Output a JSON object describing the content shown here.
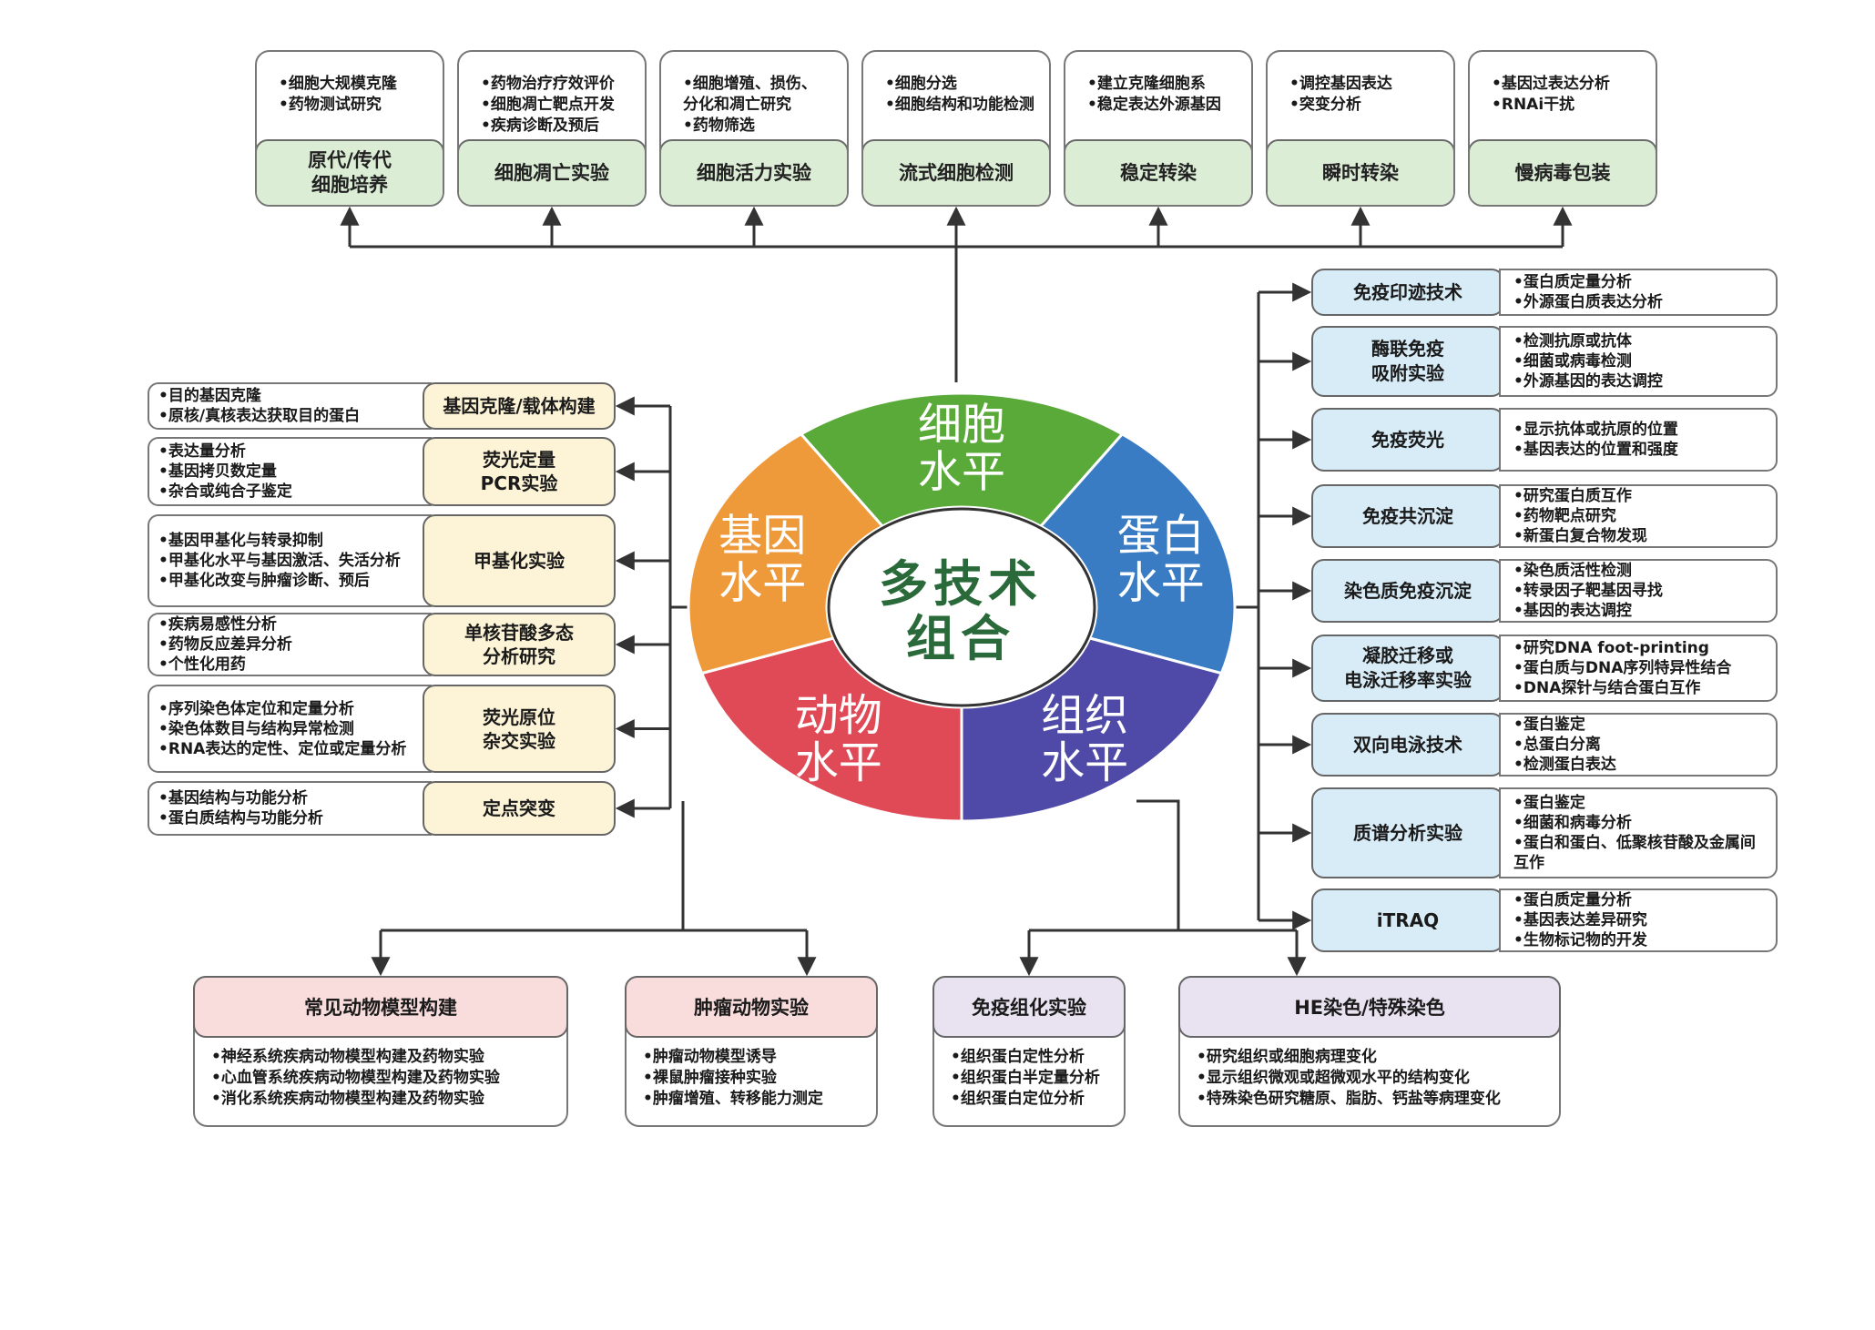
{
  "center": {
    "line1": "多技术",
    "line2": "组合"
  },
  "wheel": {
    "colors": {
      "cell": "#5aaa3a",
      "protein": "#3a7cc4",
      "tissue": "#4f4aa8",
      "animal": "#e04a56",
      "gene": "#ef9a3a"
    },
    "labels": {
      "cell": [
        "细胞",
        "水平"
      ],
      "protein": [
        "蛋白",
        "水平"
      ],
      "tissue": [
        "组织",
        "水平"
      ],
      "animal": [
        "动物",
        "水平"
      ],
      "gene": [
        "基因",
        "水平"
      ]
    }
  },
  "top": [
    {
      "title": [
        "原代/传代",
        "细胞培养"
      ],
      "items": [
        "•细胞大规模克隆",
        "•药物测试研究"
      ]
    },
    {
      "title": [
        "细胞凋亡实验"
      ],
      "items": [
        "•药物治疗疗效评价",
        "•细胞凋亡靶点开发",
        "•疾病诊断及预后"
      ]
    },
    {
      "title": [
        "细胞活力实验"
      ],
      "items": [
        "•细胞增殖、损伤、",
        "分化和凋亡研究",
        "•药物筛选"
      ]
    },
    {
      "title": [
        "流式细胞检测"
      ],
      "items": [
        "•细胞分选",
        "•细胞结构和功能检测"
      ]
    },
    {
      "title": [
        "稳定转染"
      ],
      "items": [
        "•建立克隆细胞系",
        "•稳定表达外源基因"
      ]
    },
    {
      "title": [
        "瞬时转染"
      ],
      "items": [
        "•调控基因表达",
        "•突变分析"
      ]
    },
    {
      "title": [
        "慢病毒包装"
      ],
      "items": [
        "•基因过表达分析",
        "•RNAi干扰"
      ]
    }
  ],
  "left": [
    {
      "title": [
        "基因克隆/载体构建"
      ],
      "items": [
        "•目的基因克隆",
        "•原核/真核表达获取目的蛋白"
      ]
    },
    {
      "title": [
        "荧光定量",
        "PCR实验"
      ],
      "items": [
        "•表达量分析",
        "•基因拷贝数定量",
        "•杂合或纯合子鉴定"
      ]
    },
    {
      "title": [
        "甲基化实验"
      ],
      "items": [
        "•基因甲基化与转录抑制",
        "•甲基化水平与基因激活、失活分析",
        "•甲基化改变与肿瘤诊断、预后"
      ]
    },
    {
      "title": [
        "单核苷酸多态",
        "分析研究"
      ],
      "items": [
        "•疾病易感性分析",
        "•药物反应差异分析",
        "•个性化用药"
      ]
    },
    {
      "title": [
        "荧光原位",
        "杂交实验"
      ],
      "items": [
        "•序列染色体定位和定量分析",
        "•染色体数目与结构异常检测",
        "•RNA表达的定性、定位或定量分析"
      ]
    },
    {
      "title": [
        "定点突变"
      ],
      "items": [
        "•基因结构与功能分析",
        "•蛋白质结构与功能分析"
      ]
    }
  ],
  "right": [
    {
      "title": [
        "免疫印迹技术"
      ],
      "items": [
        "•蛋白质定量分析",
        "•外源蛋白质表达分析"
      ]
    },
    {
      "title": [
        "酶联免疫",
        "吸附实验"
      ],
      "items": [
        "•检测抗原或抗体",
        "•细菌或病毒检测",
        "•外源基因的表达调控"
      ]
    },
    {
      "title": [
        "免疫荧光"
      ],
      "items": [
        "•显示抗体或抗原的位置",
        "•基因表达的位置和强度"
      ]
    },
    {
      "title": [
        "免疫共沉淀"
      ],
      "items": [
        "•研究蛋白质互作",
        "•药物靶点研究",
        "•新蛋白复合物发现"
      ]
    },
    {
      "title": [
        "染色质免疫沉淀"
      ],
      "items": [
        "•染色质活性检测",
        "•转录因子靶基因寻找",
        "•基因的表达调控"
      ]
    },
    {
      "title": [
        "凝胶迁移或",
        "电泳迁移率实验"
      ],
      "items": [
        "•研究DNA foot-printing",
        "•蛋白质与DNA序列特异性结合",
        "•DNA探针与结合蛋白互作"
      ]
    },
    {
      "title": [
        "双向电泳技术"
      ],
      "items": [
        "•蛋白鉴定",
        "•总蛋白分离",
        "•检测蛋白表达"
      ]
    },
    {
      "title": [
        "质谱分析实验"
      ],
      "items": [
        "•蛋白鉴定",
        "•细菌和病毒分析",
        "•蛋白和蛋白、低聚核苷酸及金属间互作"
      ]
    },
    {
      "title": [
        "iTRAQ"
      ],
      "items": [
        "•蛋白质定量分析",
        "•基因表达差异研究",
        "•生物标记物的开发"
      ]
    }
  ],
  "bottom": [
    {
      "title": "常见动物模型构建",
      "color": "#f9dcdc",
      "items": [
        "•神经系统疾病动物模型构建及药物实验",
        "•心血管系统疾病动物模型构建及药物实验",
        "•消化系统疾病动物模型构建及药物实验"
      ]
    },
    {
      "title": "肿瘤动物实验",
      "color": "#f9dcdc",
      "items": [
        "•肿瘤动物模型诱导",
        "•裸鼠肿瘤接种实验",
        "•肿瘤增殖、转移能力测定"
      ]
    },
    {
      "title": "免疫组化实验",
      "color": "#e9e3f1",
      "items": [
        "•组织蛋白定性分析",
        "•组织蛋白半定量分析",
        "•组织蛋白定位分析"
      ]
    },
    {
      "title": "HE染色/特殊染色",
      "color": "#e9e3f1",
      "items": [
        "•研究组织或细胞病理变化",
        "•显示组织微观或超微观水平的结构变化",
        "•特殊染色研究糖原、脂肪、钙盐等病理变化"
      ]
    }
  ]
}
